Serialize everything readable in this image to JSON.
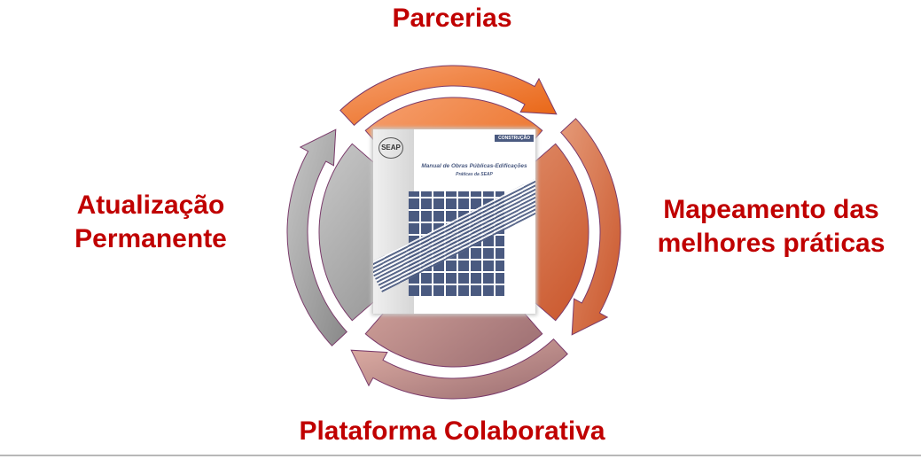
{
  "labels": {
    "top": "Parcerias",
    "right_line1": "Mapeamento das",
    "right_line2": "melhores práticas",
    "bottom": "Plataforma Colaborativa",
    "left_line1": "Atualização",
    "left_line2": "Permanente"
  },
  "book": {
    "logo": "SEAP",
    "category": "CONSTRUÇÃO",
    "title": "Manual de Obras Públicas-Edificações",
    "subtitle": "Práticas da SEAP"
  },
  "colors": {
    "label": "#c00000",
    "top": "#ef7a2a",
    "right": "#d9683c",
    "bottom": "#b87a78",
    "left": "#9a9a9a"
  }
}
